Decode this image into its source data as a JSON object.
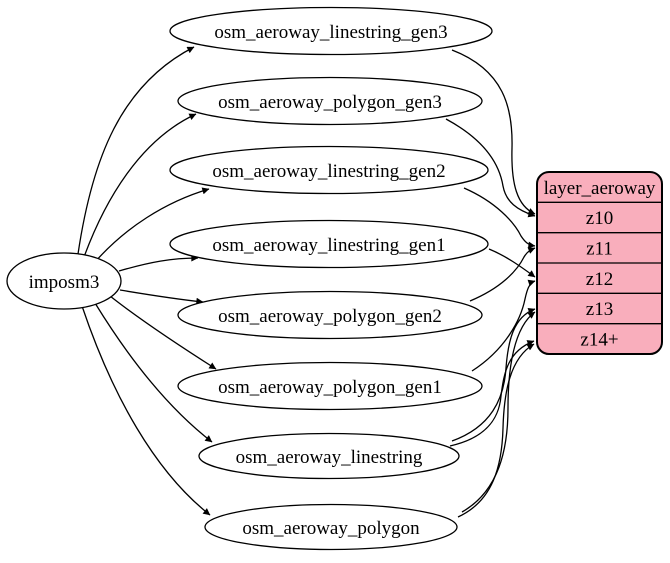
{
  "diagram": {
    "background_color": "#ffffff",
    "edge_color": "#000000",
    "node_fill_color": "#ffffff",
    "node_stroke_color": "#000000",
    "source": {
      "label": "imposm3"
    },
    "tables": [
      {
        "label": "osm_aeroway_linestring_gen3"
      },
      {
        "label": "osm_aeroway_polygon_gen3"
      },
      {
        "label": "osm_aeroway_linestring_gen2"
      },
      {
        "label": "osm_aeroway_linestring_gen1"
      },
      {
        "label": "osm_aeroway_polygon_gen2"
      },
      {
        "label": "osm_aeroway_polygon_gen1"
      },
      {
        "label": "osm_aeroway_linestring"
      },
      {
        "label": "osm_aeroway_polygon"
      }
    ],
    "layer": {
      "title": "layer_aeroway",
      "rows": [
        "z10",
        "z11",
        "z12",
        "z13",
        "z14+"
      ],
      "fill_color": "#f9aebc",
      "stroke_color": "#000000"
    },
    "edges": {
      "source_to_tables": [
        "osm_aeroway_linestring_gen3",
        "osm_aeroway_polygon_gen3",
        "osm_aeroway_linestring_gen2",
        "osm_aeroway_linestring_gen1",
        "osm_aeroway_polygon_gen2",
        "osm_aeroway_polygon_gen1",
        "osm_aeroway_linestring",
        "osm_aeroway_polygon"
      ],
      "tables_to_layer": [
        {
          "from": "osm_aeroway_linestring_gen3",
          "to": "z10"
        },
        {
          "from": "osm_aeroway_polygon_gen3",
          "to": "z10"
        },
        {
          "from": "osm_aeroway_linestring_gen2",
          "to": "z11"
        },
        {
          "from": "osm_aeroway_polygon_gen2",
          "to": "z11"
        },
        {
          "from": "osm_aeroway_linestring_gen1",
          "to": "z12"
        },
        {
          "from": "osm_aeroway_polygon_gen1",
          "to": "z12"
        },
        {
          "from": "osm_aeroway_linestring",
          "to": "z13"
        },
        {
          "from": "osm_aeroway_linestring",
          "to": "z14+"
        },
        {
          "from": "osm_aeroway_polygon",
          "to": "z13"
        },
        {
          "from": "osm_aeroway_polygon",
          "to": "z14+"
        }
      ]
    }
  }
}
